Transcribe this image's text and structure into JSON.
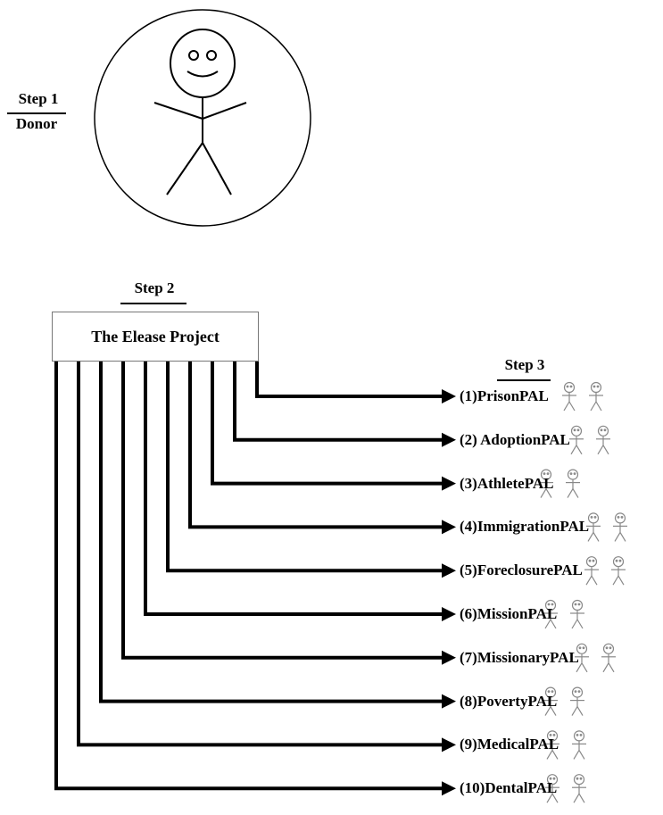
{
  "step1": {
    "title": "Step 1",
    "subtitle": "Donor"
  },
  "step2": {
    "title": "Step 2",
    "box_label": "The Elease Project"
  },
  "step3": {
    "title": "Step 3"
  },
  "pals": [
    {
      "label": "(1)PrisonPAL"
    },
    {
      "label": "(2) AdoptionPAL"
    },
    {
      "label": "(3)AthletePAL"
    },
    {
      "label": "(4)ImmigrationPAL"
    },
    {
      "label": "(5)ForeclosurePAL"
    },
    {
      "label": "(6)MissionPAL"
    },
    {
      "label": "(7)MissionaryPAL"
    },
    {
      "label": "(8)PovertyPAL"
    },
    {
      "label": "(9)MedicalPAL"
    },
    {
      "label": "(10)DentalPAL"
    }
  ],
  "colors": {
    "line": "#000000",
    "small_figure": "#888888"
  },
  "icons": {
    "donor": "stick-figure-in-circle-icon",
    "recipient": "small-stick-figure-icon"
  }
}
